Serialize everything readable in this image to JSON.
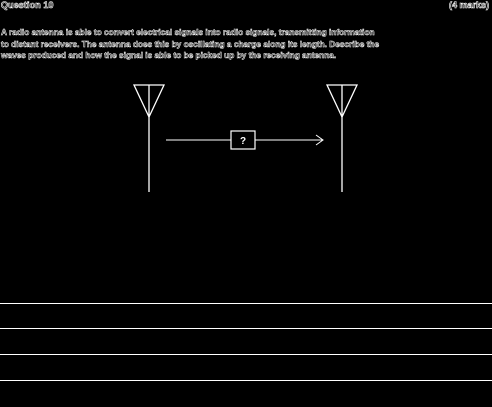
{
  "question": {
    "title": "Question 10",
    "marks": "(4 marks)",
    "text_lines": [
      "A radio antenna is able to convert electrical signals into radio signals, transmitting information",
      "to distant receivers. The antenna does this by oscillating a charge along its length. Describe the",
      "waves produced and how the signal is able to be picked up by the receiving antenna."
    ]
  },
  "diagram": {
    "unknown_label": "?",
    "transmitter_icon": "antenna-icon",
    "receiver_icon": "antenna-icon",
    "arrow_icon": "arrow-right-icon"
  },
  "answer_lines": 4,
  "colors": {
    "background": "#000000",
    "ink": "#ffffff"
  }
}
